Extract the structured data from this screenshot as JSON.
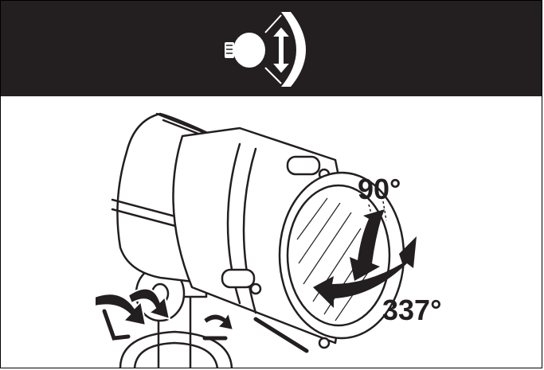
{
  "header": {
    "icon": "lamp-rotation-icon",
    "background_color": "#231f20"
  },
  "illustration": {
    "subject": "spotlight-rotation-diagram",
    "tilt_angle_label": "90°",
    "pan_angle_label": "337°"
  }
}
